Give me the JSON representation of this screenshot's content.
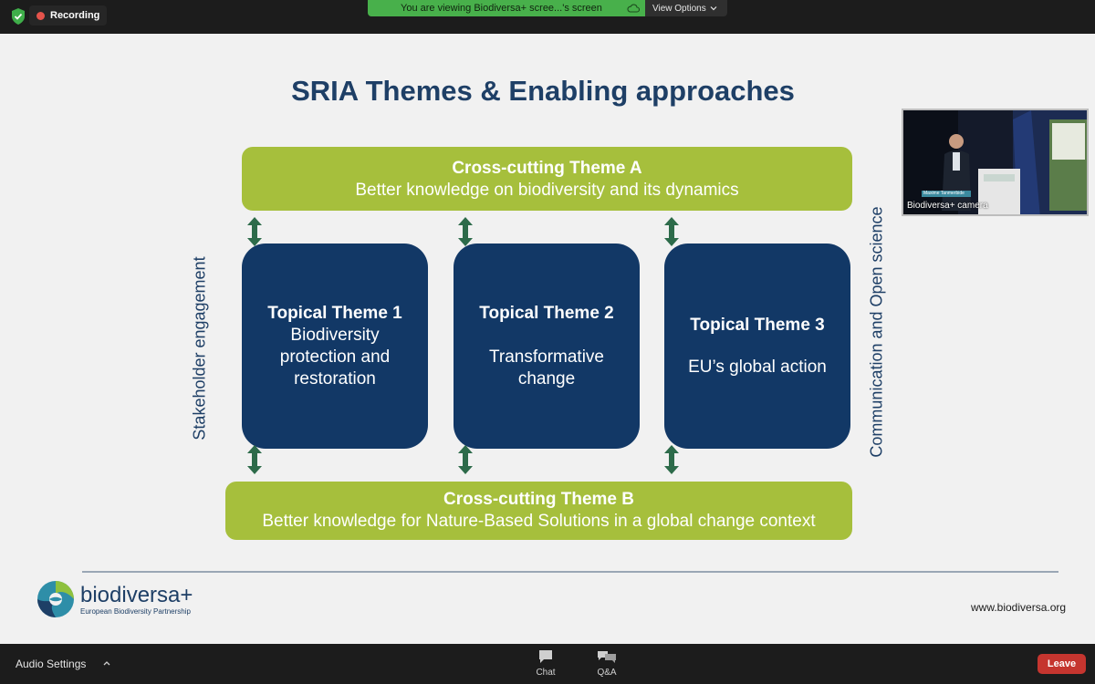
{
  "topbar": {
    "recording_label": "Recording",
    "viewing_text": "You are viewing Biodiversa+ scree...'s screen",
    "view_options_label": "View Options"
  },
  "slide": {
    "title": "SRIA Themes & Enabling approaches",
    "theme_a": {
      "title": "Cross-cutting Theme A",
      "subtitle": "Better knowledge on biodiversity and its dynamics"
    },
    "theme_b": {
      "title": "Cross-cutting Theme B",
      "subtitle": "Better knowledge for Nature-Based Solutions in a global change context"
    },
    "topical": [
      {
        "title": "Topical Theme 1",
        "line1": "Biodiversity",
        "line2": "protection and",
        "line3": "restoration"
      },
      {
        "title": "Topical Theme 2",
        "line1": "",
        "line2": "Transformative",
        "line3": "change"
      },
      {
        "title": "Topical Theme 3",
        "line1": "",
        "line2": "EU’s global action",
        "line3": ""
      }
    ],
    "left_label": "Stakeholder engagement",
    "right_label": "Communication and Open science",
    "logo_word": "biodiversa+",
    "logo_subtitle": "European Biodiversity Partnership",
    "website": "www.biodiversa.org"
  },
  "camera": {
    "label": "Biodiversa+ camera",
    "name_tag": "Maxime Tanmerbide"
  },
  "bottombar": {
    "audio_settings_label": "Audio Settings",
    "chat_label": "Chat",
    "qa_label": "Q&A",
    "leave_label": "Leave"
  },
  "colors": {
    "title_blue": "#1e3f66",
    "theme_green": "#a6bf3c",
    "topical_navy": "#123866",
    "recording_red": "#e5534b",
    "viewing_green": "#48b04b",
    "leave_red": "#c5352f"
  },
  "icons": [
    "shield-check-icon",
    "recording-dot-icon",
    "cloud-icon",
    "chevron-down-icon",
    "chevron-up-icon",
    "chat-icon",
    "qa-icon",
    "double-arrow-icon"
  ]
}
